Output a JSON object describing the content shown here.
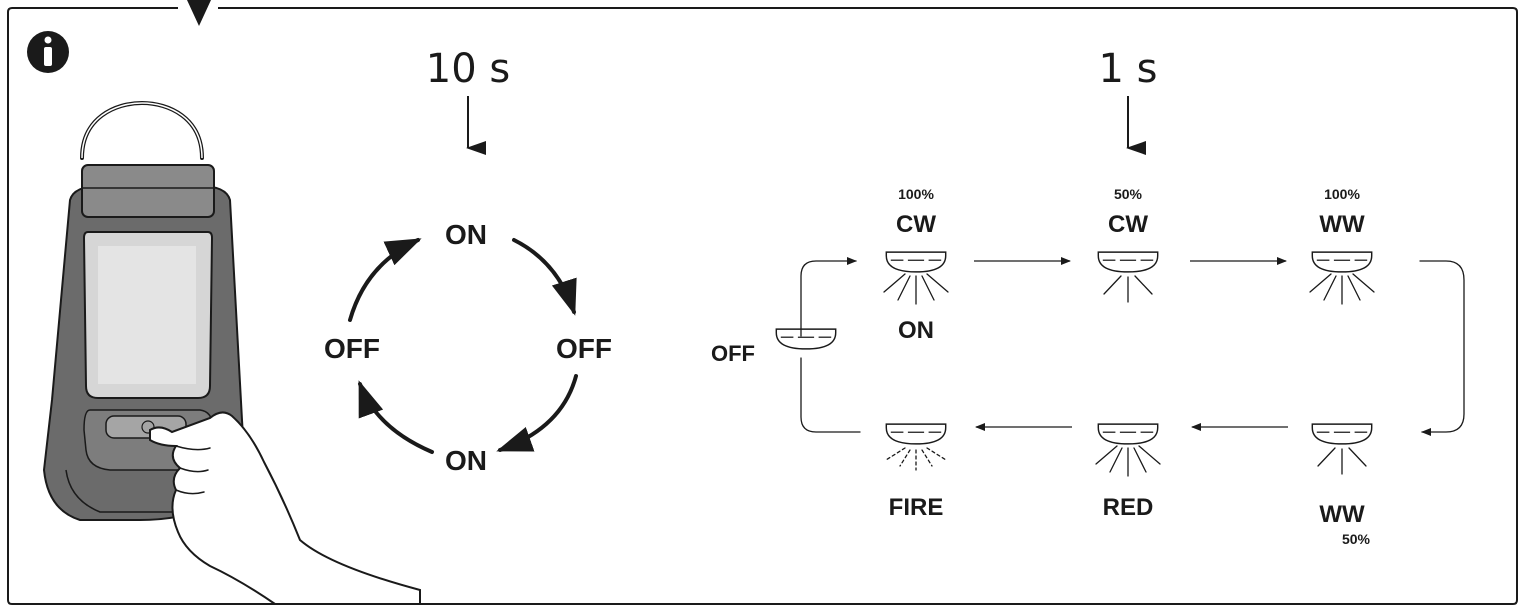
{
  "left_sequence": {
    "time_label": "10 s",
    "states": [
      "ON",
      "OFF",
      "ON",
      "OFF"
    ]
  },
  "right_sequence": {
    "time_label": "1 s",
    "off_label": "OFF",
    "modes": [
      {
        "name": "CW",
        "level": "100%",
        "caption": "ON"
      },
      {
        "name": "CW",
        "level": "50%"
      },
      {
        "name": "WW",
        "level": "100%"
      },
      {
        "name": "WW",
        "level": "50%"
      },
      {
        "name": "RED"
      },
      {
        "name": "FIRE"
      }
    ]
  },
  "icons": [
    "info-icon",
    "lantern-icon",
    "hand-icon",
    "lamp-icon"
  ]
}
